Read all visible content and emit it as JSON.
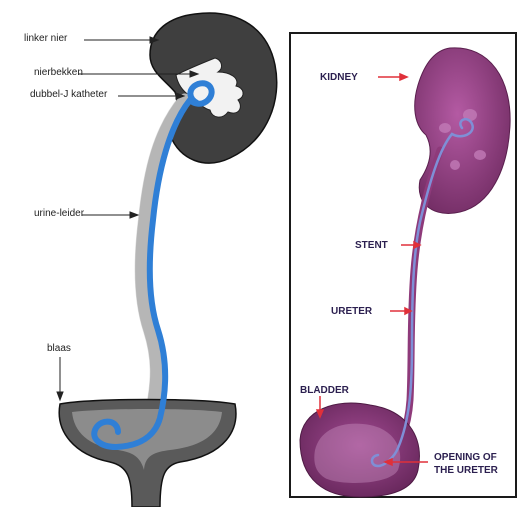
{
  "left_diagram": {
    "labels": {
      "kidney": "linker nier",
      "pelvis": "nierbekken",
      "catheter": "dubbel-J katheter",
      "ureter": "urine-leider",
      "bladder": "blaas"
    },
    "colors": {
      "kidney_fill": "#3f3f3f",
      "stent": "#2f7fd6",
      "bladder_fill": "#5a5a5a"
    }
  },
  "right_diagram": {
    "labels": {
      "kidney": "KIDNEY",
      "stent": "STENT",
      "ureter": "URETER",
      "bladder": "BLADDER",
      "opening_line1": "OPENING OF",
      "opening_line2": "THE URETER"
    },
    "colors": {
      "organ": "#8e3a7a",
      "label_text": "#2b1f4f",
      "arrow": "#e0303a",
      "stent": "#7f8fd6"
    }
  }
}
